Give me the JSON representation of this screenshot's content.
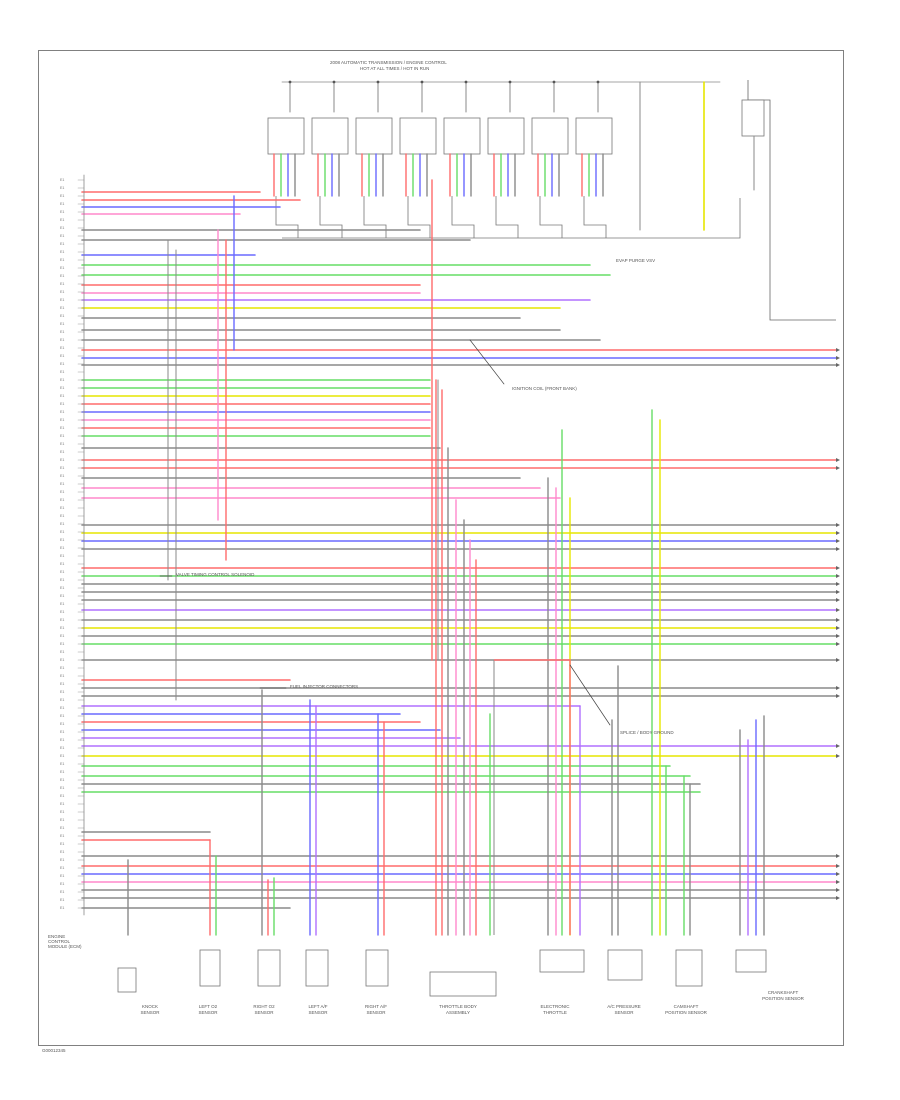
{
  "diagram": {
    "header_title": "2008 AUTOMATIC TRANSMISSION / ENGINE CONTROL",
    "header_subtitle": "HOT AT ALL TIMES / HOT IN RUN",
    "ecm_label": "ENGINE CONTROL MODULE (ECM)",
    "page_code": "G00012345",
    "footer_labels": [
      "KNOCK SENSOR",
      "LEFT O2 SENSOR",
      "RIGHT O2 SENSOR",
      "LEFT A/F SENSOR",
      "RIGHT A/F SENSOR",
      "THROTTLE BODY ASSEMBLY",
      "ELECTRONIC THROTTLE",
      "A/C PRESSURE SENSOR",
      "CAMSHAFT POSITION SENSOR",
      "CRANKSHAFT POSITION SENSOR"
    ],
    "callouts": [
      "IGNITION COIL (FRONT BANK)",
      "SPLICE / BODY GROUND",
      "FUEL INJECTOR CONNECTORS",
      "VALVE TIMING CONTROL SOLENOID",
      "EVAP PURGE VSV"
    ]
  },
  "colors": {
    "red": "#ff6b6b",
    "blue": "#6a6aff",
    "green": "#66dd66",
    "yellow": "#e6e600",
    "violet": "#b070ff",
    "pink": "#ff88cc",
    "gray": "#8a8a8a",
    "black": "#222222"
  }
}
